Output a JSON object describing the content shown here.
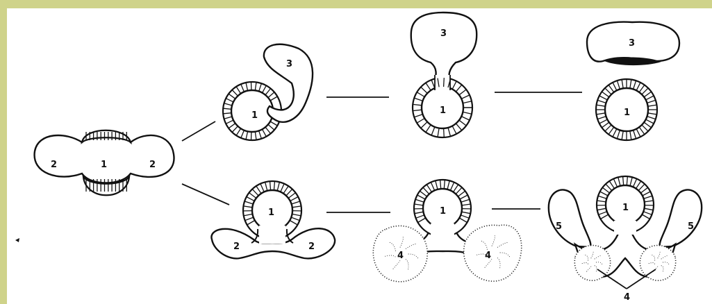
{
  "colors": {
    "frame": "#cfd38a",
    "ink": "#111111",
    "background": "#ffffff"
  },
  "labels": {
    "one": "1",
    "two": "2",
    "three": "3",
    "four": "4",
    "five": "5"
  }
}
